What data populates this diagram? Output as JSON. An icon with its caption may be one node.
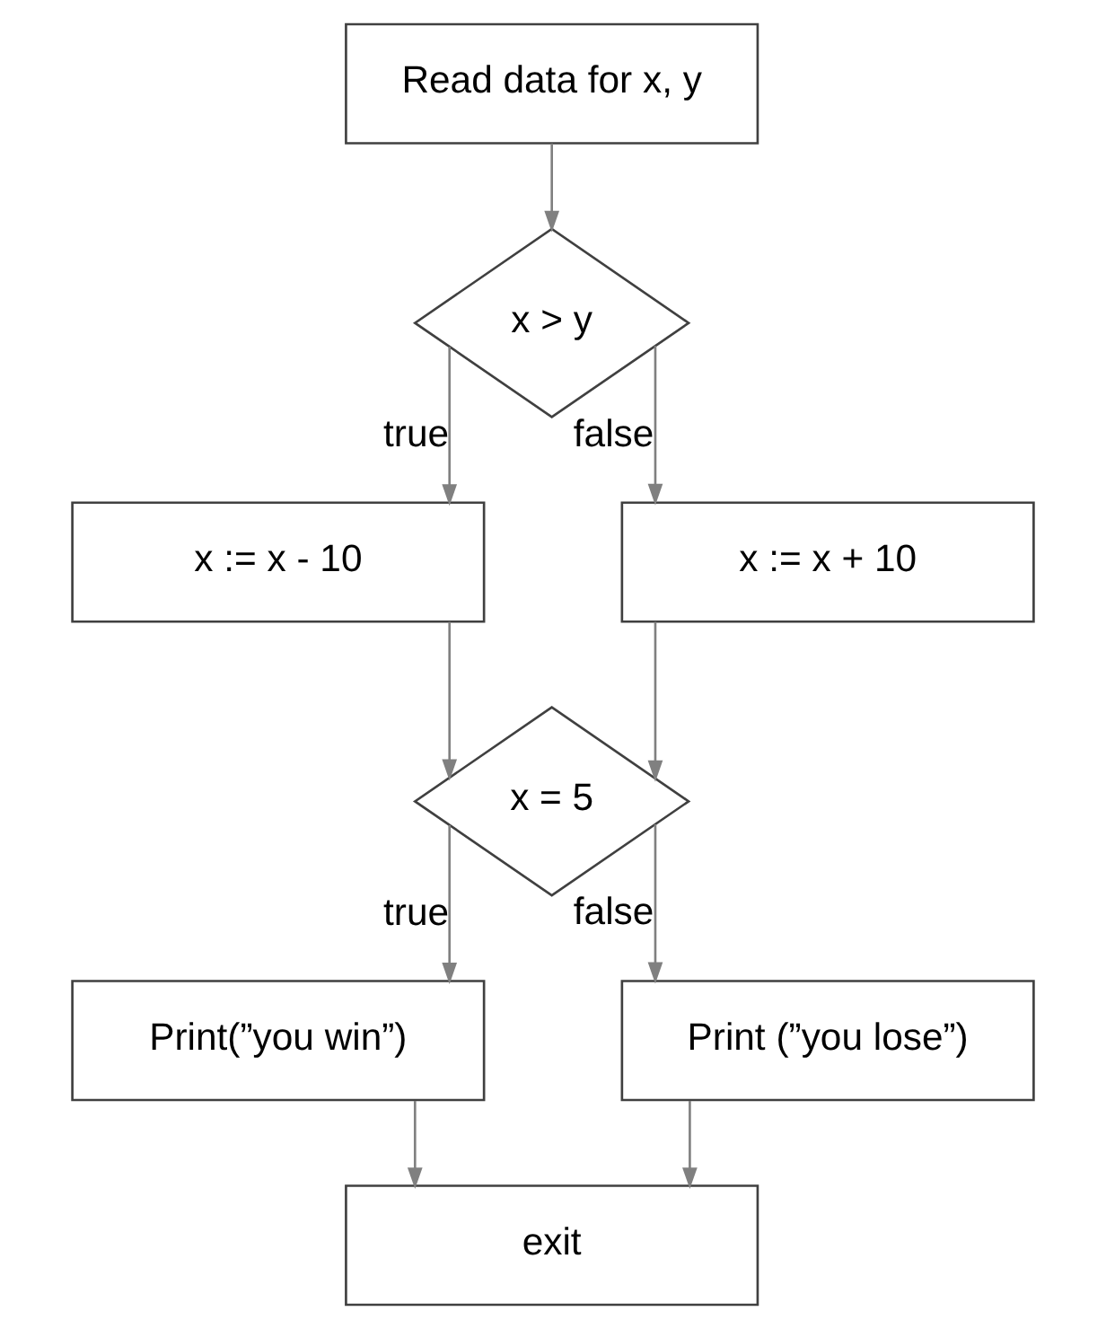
{
  "diagram": {
    "nodes": [
      {
        "text": [
          "Read data for x, y"
        ]
      },
      {
        "text": [
          "x > y"
        ]
      },
      {
        "text": [
          "x := x - 10"
        ]
      },
      {
        "text": [
          "x := x + 10"
        ]
      },
      {
        "text": [
          "x = 5"
        ]
      },
      {
        "text": [
          "Print(”you win”)"
        ]
      },
      {
        "text": [
          "Print (”you lose”)"
        ]
      },
      {
        "text": [
          "exit"
        ]
      }
    ],
    "edges": [
      {
        "from": 0,
        "to": 1,
        "arrow": "to"
      },
      {
        "from": 1,
        "to": 2,
        "arrow": "to",
        "label": "true"
      },
      {
        "from": 1,
        "to": 3,
        "arrow": "to",
        "label": "false"
      },
      {
        "from": 2,
        "to": 4,
        "arrow": "to"
      },
      {
        "from": 3,
        "to": 4,
        "arrow": "to"
      },
      {
        "from": 4,
        "to": 5,
        "arrow": "to",
        "label": "true"
      },
      {
        "from": 4,
        "to": 6,
        "arrow": "to",
        "label": "false"
      },
      {
        "from": 5,
        "to": 7,
        "arrow": "to"
      },
      {
        "from": 6,
        "to": 7,
        "arrow": "to"
      }
    ]
  }
}
